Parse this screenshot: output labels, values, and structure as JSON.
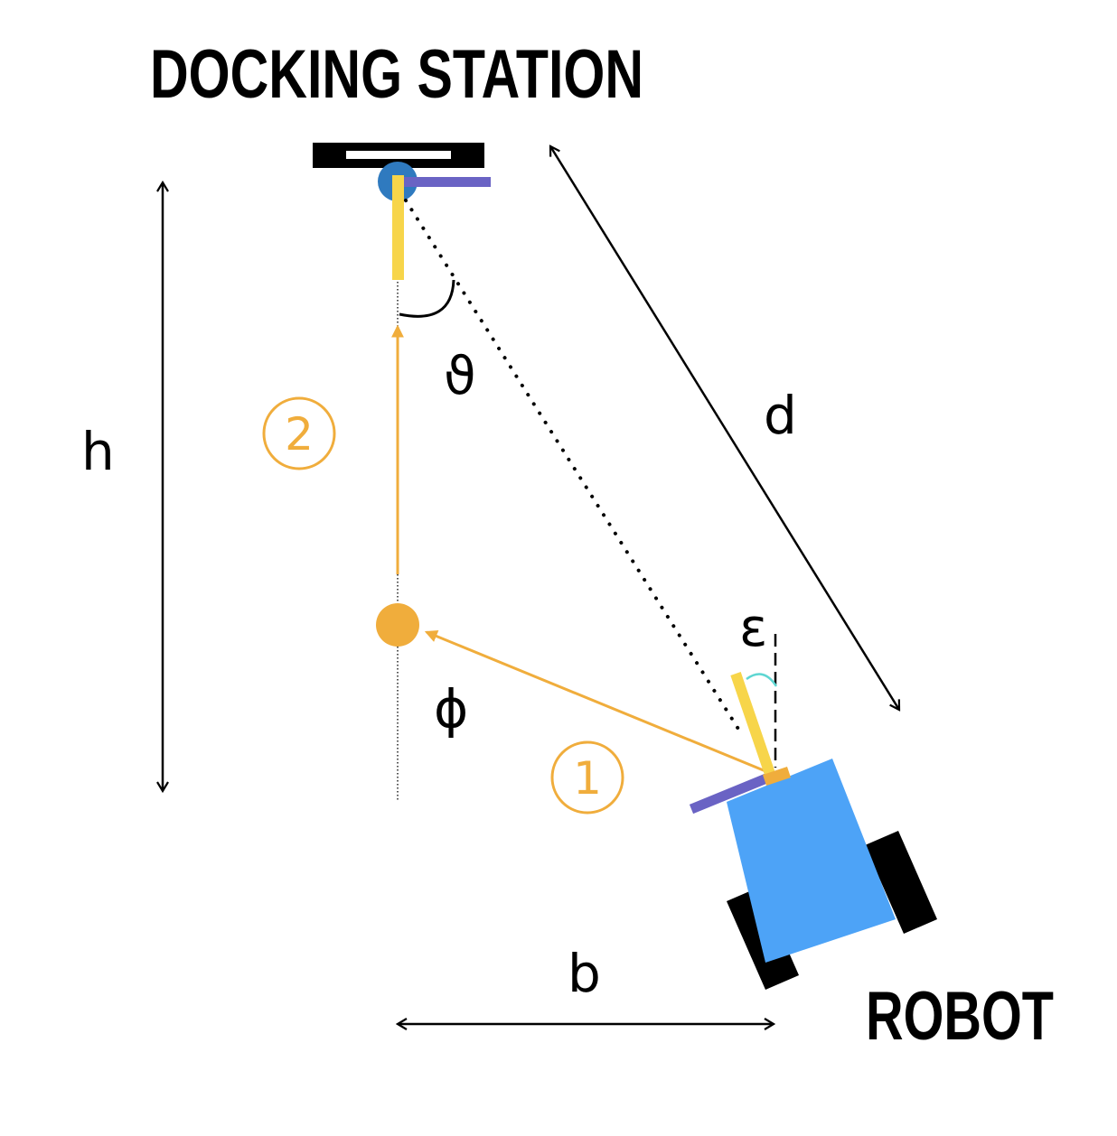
{
  "labels": {
    "docking_station": "DOCKING STATION",
    "robot": "ROBOT",
    "h": "h",
    "d": "d",
    "b": "b",
    "theta": "ϑ",
    "phi": "ϕ",
    "epsilon": "ε",
    "step1": "1",
    "step2": "2"
  },
  "colors": {
    "black": "#000000",
    "orange": "#F0AD3C",
    "yellow": "#F7D54A",
    "purple": "#6A63C4",
    "robot_blue": "#4DA3F7",
    "station_blue": "#2F7ABF",
    "teal": "#5ED6D2",
    "white": "#FFFFFF"
  }
}
